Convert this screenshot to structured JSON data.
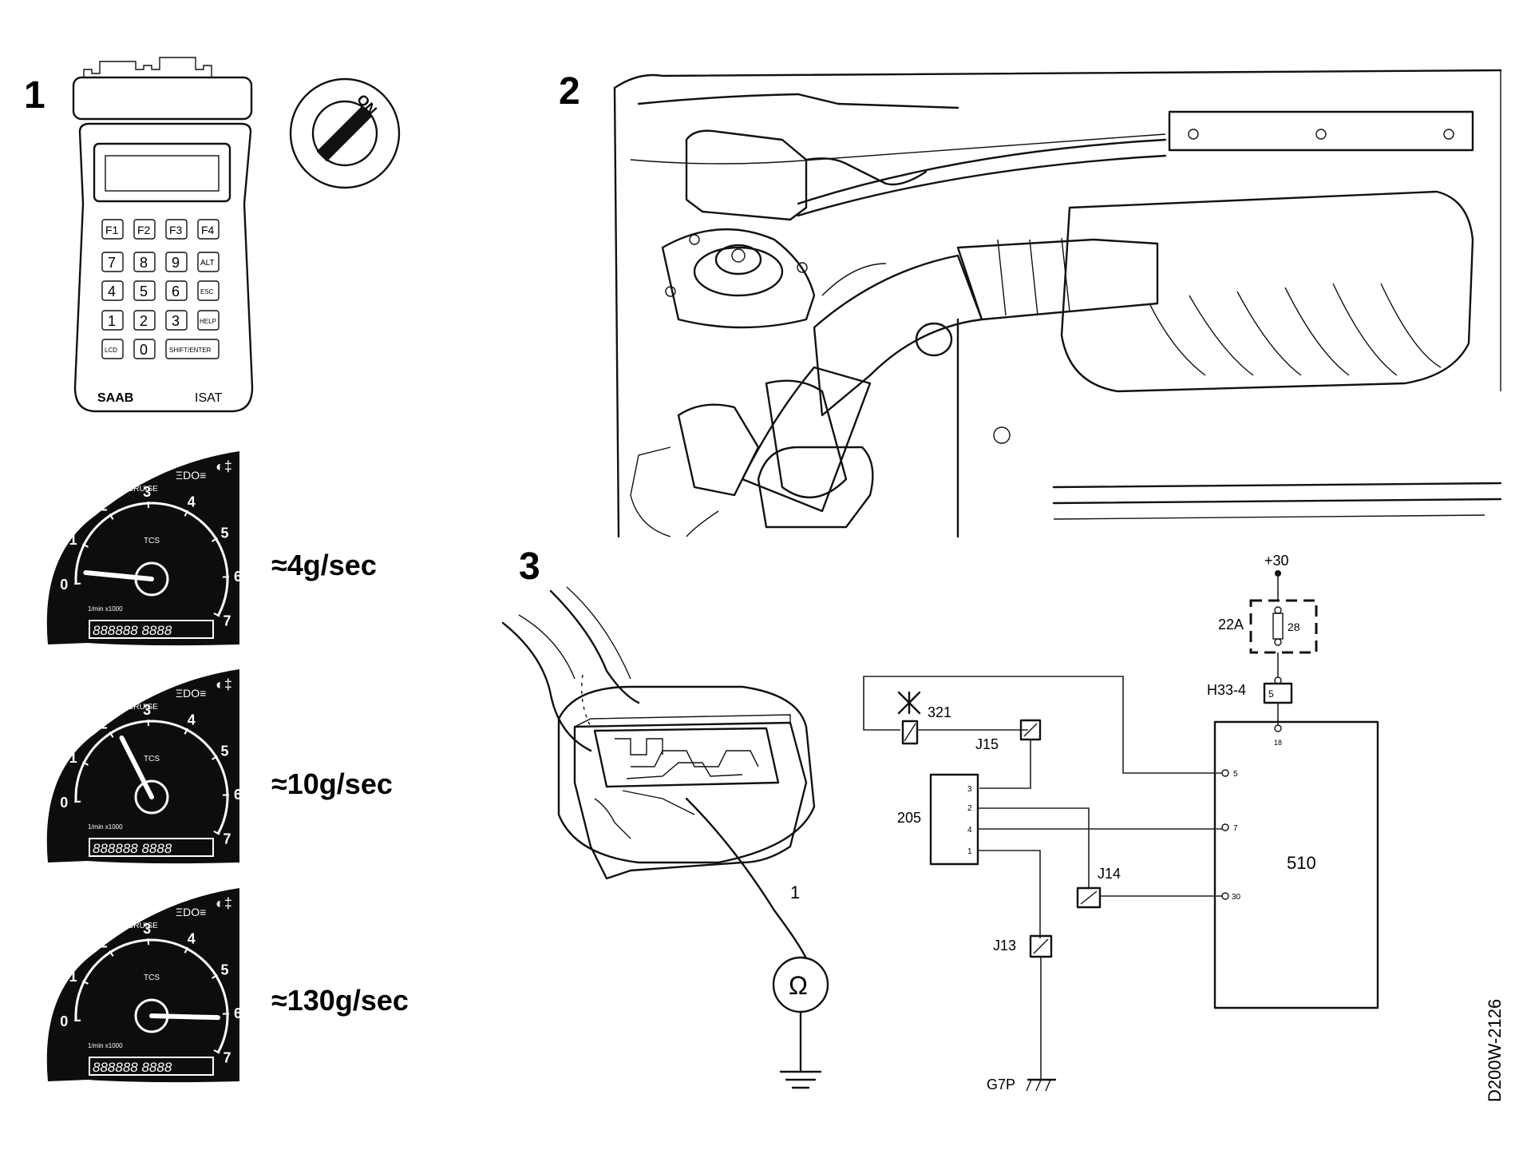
{
  "panels": {
    "p1_label": "1",
    "p2_label": "2",
    "p3_label": "3"
  },
  "isat": {
    "keys_row_f": [
      "F1",
      "F2",
      "F3",
      "F4"
    ],
    "keys_row_1": [
      "7",
      "8",
      "9",
      "ALT"
    ],
    "keys_row_2": [
      "4",
      "5",
      "6",
      "ESC"
    ],
    "keys_row_3": [
      "1",
      "2",
      "3",
      "HELP"
    ],
    "keys_row_4": [
      "LCD",
      "0",
      "SHIFT/ENTER"
    ],
    "brand": "SAAB",
    "model": "ISAT"
  },
  "ignition": {
    "position_label": "ON"
  },
  "gauges": [
    {
      "needle_rpm": 0.3,
      "flow_text": "≈4g/sec"
    },
    {
      "needle_rpm": 2.2,
      "flow_text": "≈10g/sec"
    },
    {
      "needle_rpm": 6.1,
      "flow_text": "≈130g/sec"
    }
  ],
  "gauge_common": {
    "scale_labels": [
      "0",
      "1",
      "2",
      "3",
      "4",
      "5",
      "6",
      "7"
    ],
    "cruise": "CRUISE",
    "tcs": "TCS",
    "unit": "1/min x1000",
    "odometer": "888888 8888"
  },
  "connector": {
    "pin_label": "1",
    "meter_symbol": "Ω"
  },
  "schematic": {
    "supply": "+30",
    "fuse_box": "22A",
    "fuse_num": "28",
    "connector_h": "H33-4",
    "connector_h_pin": "5",
    "ecu": "510",
    "ecu_pins": [
      "18",
      "5",
      "7",
      "30"
    ],
    "component_321": "321",
    "component_205": "205",
    "pins_205": [
      "3",
      "2",
      "4",
      "1"
    ],
    "junctions": [
      "J15",
      "J14",
      "J13"
    ],
    "ground": "G7P"
  },
  "figure_code": "D200W-2126"
}
